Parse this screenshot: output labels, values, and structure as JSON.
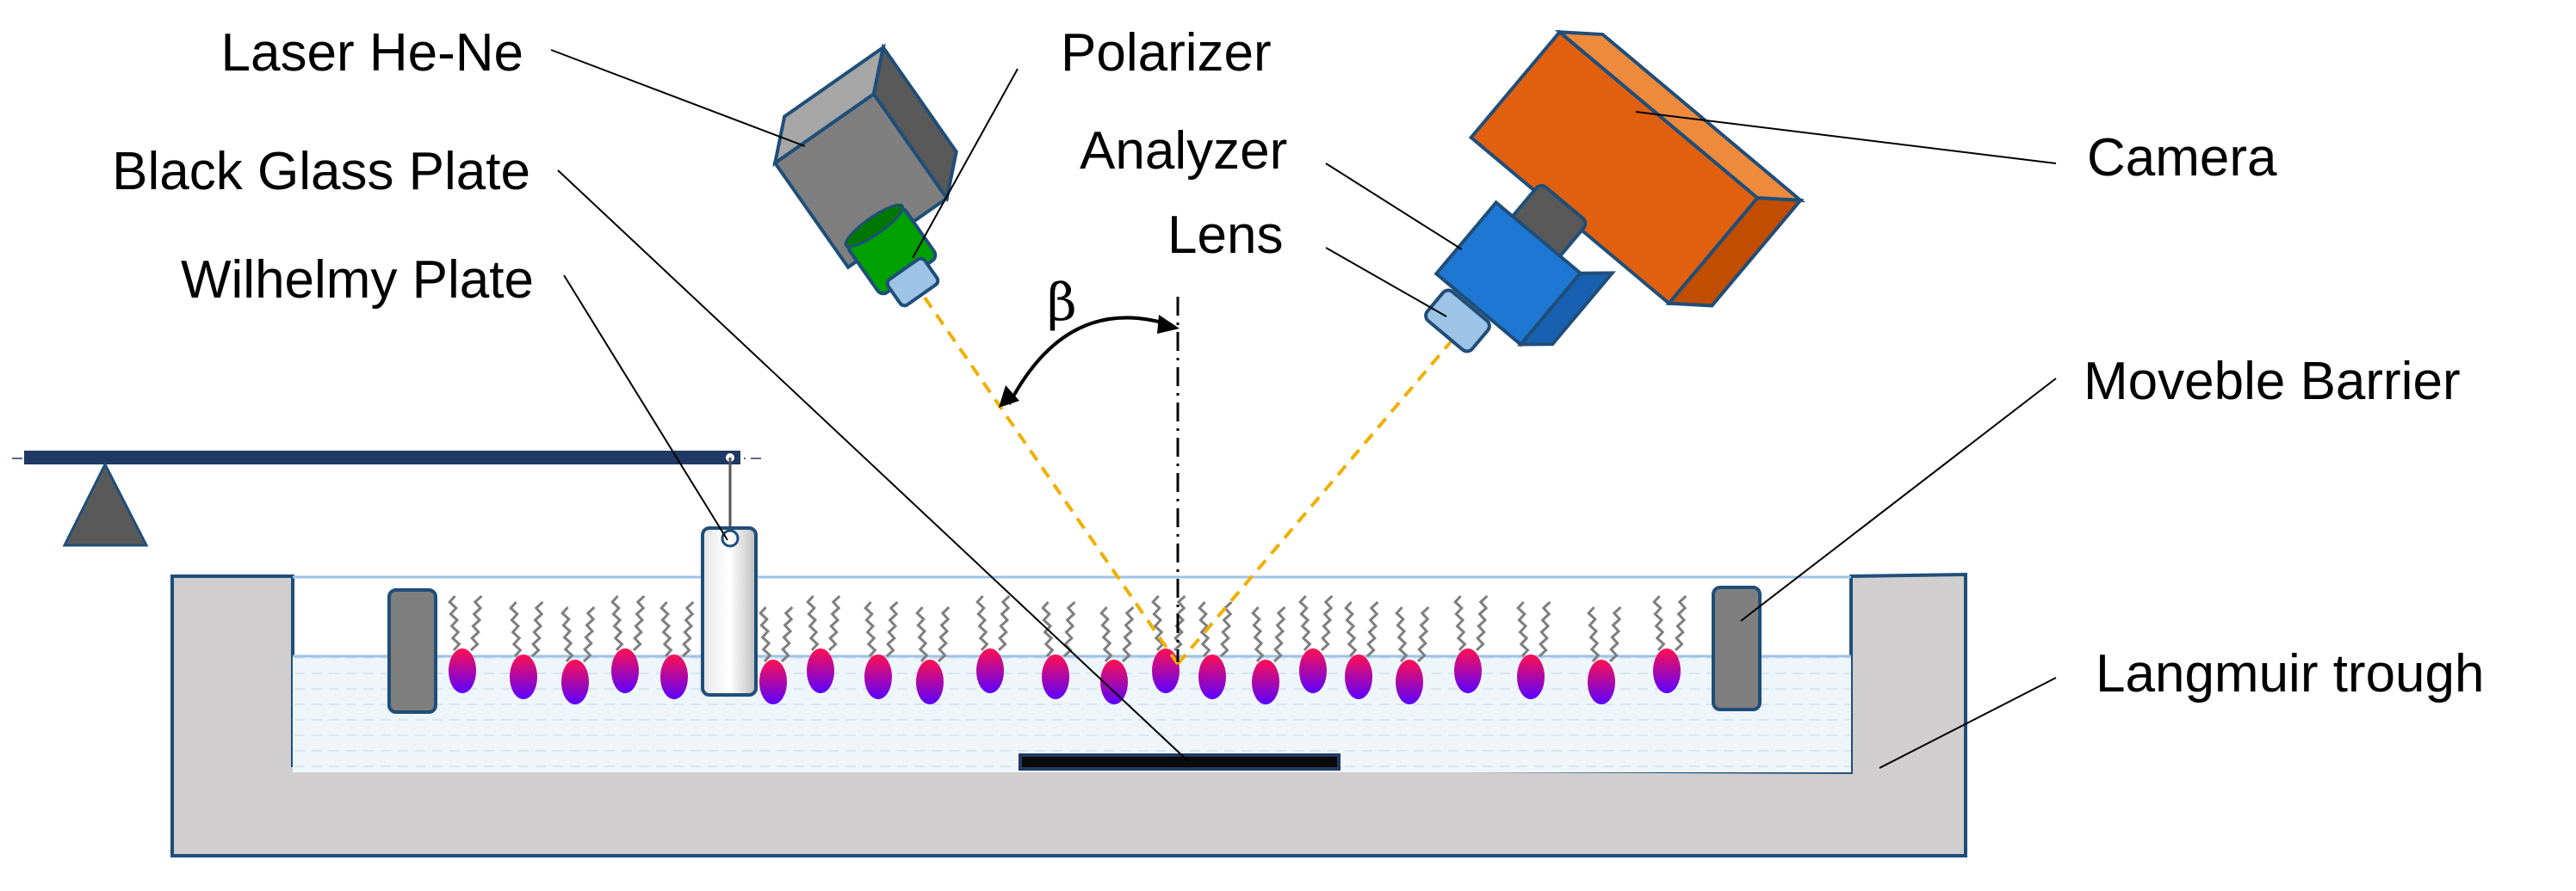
{
  "labels": {
    "laser": "Laser He-Ne",
    "polarizer": "Polarizer",
    "black_glass_plate": "Black Glass Plate",
    "wilhelmy_plate": "Wilhelmy Plate",
    "analyzer": "Analyzer",
    "lens": "Lens",
    "camera": "Camera",
    "moveble_barrier": "Moveble Barrier",
    "langmuir_trough": "Langmuir trough",
    "angle": "β"
  },
  "colors": {
    "laser_body": "#7f7f7f",
    "polarizer": "#00a000",
    "lens": "#9dc3e6",
    "analyzer": "#1f77d4",
    "camera": "#e06010",
    "beam": "#f0b000",
    "trough": "#d0cece",
    "water": "#eef5fb",
    "plate": "#1f3864",
    "molecule_head_top": "#ff1050",
    "molecule_head_bottom": "#5a00ff"
  }
}
